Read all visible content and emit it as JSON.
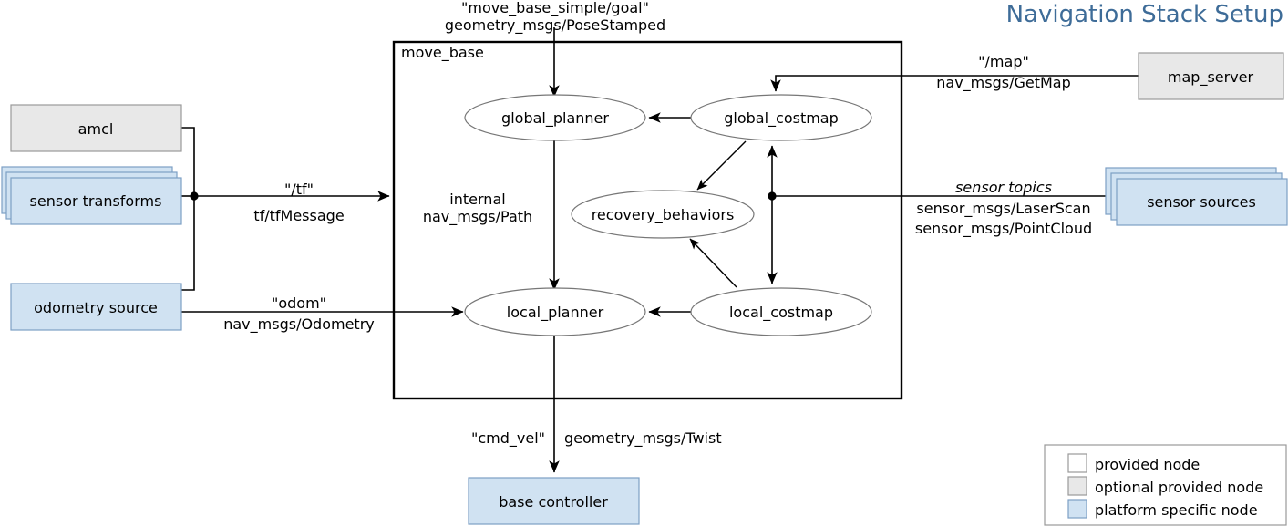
{
  "title": "Navigation Stack Setup",
  "title_color": "#3e6c98",
  "container": {
    "label": "move_base"
  },
  "colors": {
    "provided_node": "#ffffff",
    "optional_provided_node": "#e8e8e8",
    "platform_specific_node": "#d0e2f2",
    "title": "#3e6c98",
    "ellipse_stroke": "#777777",
    "edge": "#000000"
  },
  "internal_nodes": [
    {
      "id": "global_planner",
      "label": "global_planner"
    },
    {
      "id": "global_costmap",
      "label": "global_costmap"
    },
    {
      "id": "recovery_behaviors",
      "label": "recovery_behaviors"
    },
    {
      "id": "local_planner",
      "label": "local_planner"
    },
    {
      "id": "local_costmap",
      "label": "local_costmap"
    }
  ],
  "external_nodes": [
    {
      "id": "amcl",
      "label": "amcl",
      "kind": "optional provided node"
    },
    {
      "id": "sensor_transforms",
      "label": "sensor transforms",
      "kind": "platform specific node",
      "stacked": true
    },
    {
      "id": "odometry_source",
      "label": "odometry source",
      "kind": "platform specific node"
    },
    {
      "id": "map_server",
      "label": "map_server",
      "kind": "optional provided node"
    },
    {
      "id": "sensor_sources",
      "label": "sensor sources",
      "kind": "platform specific node",
      "stacked": true
    },
    {
      "id": "base_controller",
      "label": "base controller",
      "kind": "platform specific node"
    }
  ],
  "edge_labels": {
    "goal": {
      "topic": "\"move_base_simple/goal\"",
      "type": "geometry_msgs/PoseStamped"
    },
    "tf": {
      "topic": "\"/tf\"",
      "type": "tf/tfMessage"
    },
    "odom": {
      "topic": "\"odom\"",
      "type": "nav_msgs/Odometry"
    },
    "internal_path": {
      "topic": "internal",
      "type": "nav_msgs/Path"
    },
    "map": {
      "topic": "\"/map\"",
      "type": "nav_msgs/GetMap"
    },
    "sensor_topics": {
      "topic": "sensor topics",
      "type_1": "sensor_msgs/LaserScan",
      "type_2": "sensor_msgs/PointCloud"
    },
    "cmd_vel": {
      "topic": "\"cmd_vel\"",
      "type": "geometry_msgs/Twist"
    }
  },
  "legend": {
    "items": [
      {
        "label": "provided node",
        "swatch": "#ffffff"
      },
      {
        "label": "optional provided node",
        "swatch": "#e8e8e8"
      },
      {
        "label": "platform specific node",
        "swatch": "#d0e2f2"
      }
    ]
  }
}
